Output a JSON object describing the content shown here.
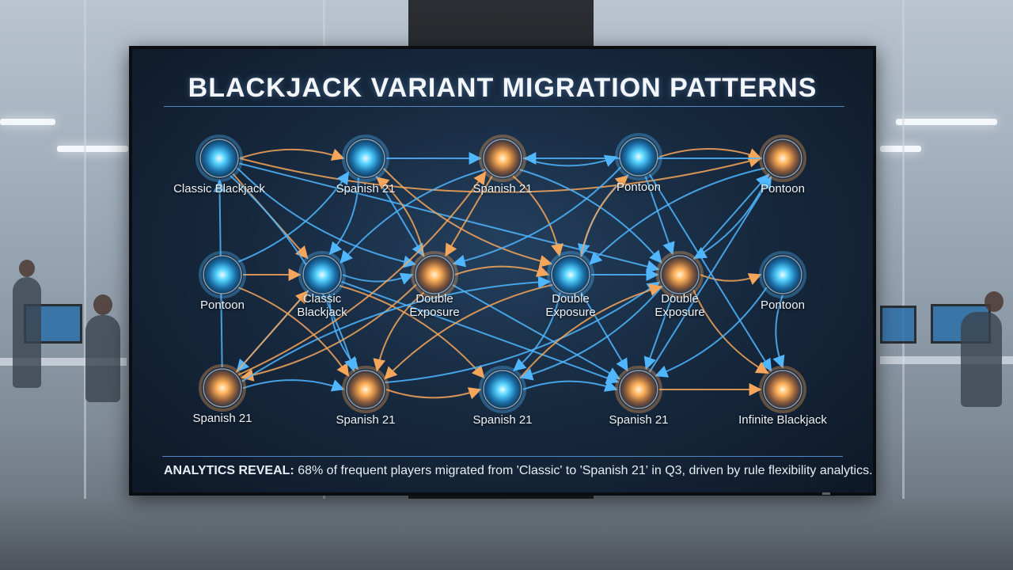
{
  "title": "BLACKJACK VARIANT MIGRATION PATTERNS",
  "footer": {
    "lead": "ANALYTICS REVEAL:",
    "text": " 68% of frequent players migrated from 'Classic' to 'Spanish 21' in Q3, driven by rule flexibility analytics."
  },
  "colors": {
    "blue": "#4fb6ff",
    "orange": "#f6a65a",
    "background": "#172a40",
    "accent_line": "#4f88c4"
  },
  "nodes": [
    {
      "id": "n1",
      "label": "Classic Blackjack",
      "color": "blue"
    },
    {
      "id": "n2",
      "label": "Spanish 21",
      "color": "blue"
    },
    {
      "id": "n3",
      "label": "Spanish 21",
      "color": "orange"
    },
    {
      "id": "n4",
      "label": "Pontoon",
      "color": "blue"
    },
    {
      "id": "n5",
      "label": "Pontoon",
      "color": "orange"
    },
    {
      "id": "n6",
      "label": "Pontoon",
      "color": "blue"
    },
    {
      "id": "n7",
      "label": "Classic\nBlackjack",
      "color": "blue"
    },
    {
      "id": "n8",
      "label": "Double\nExposure",
      "color": "orange"
    },
    {
      "id": "n9",
      "label": "Double\nExposure",
      "color": "blue"
    },
    {
      "id": "n10",
      "label": "Double\nExposure",
      "color": "orange"
    },
    {
      "id": "n11",
      "label": "Pontoon",
      "color": "blue"
    },
    {
      "id": "n12",
      "label": "Spanish 21",
      "color": "orange"
    },
    {
      "id": "n13",
      "label": "Spanish 21",
      "color": "orange"
    },
    {
      "id": "n14",
      "label": "Spanish 21",
      "color": "blue"
    },
    {
      "id": "n15",
      "label": "Spanish 21",
      "color": "orange"
    },
    {
      "id": "n16",
      "label": "Infinite Blackjack",
      "color": "orange"
    }
  ],
  "edges": [
    [
      "n1",
      "n2",
      "orange"
    ],
    [
      "n2",
      "n3",
      "blue"
    ],
    [
      "n3",
      "n4",
      "blue"
    ],
    [
      "n4",
      "n5",
      "orange"
    ],
    [
      "n6",
      "n7",
      "orange"
    ],
    [
      "n7",
      "n8",
      "blue"
    ],
    [
      "n8",
      "n9",
      "orange"
    ],
    [
      "n9",
      "n10",
      "blue"
    ],
    [
      "n10",
      "n11",
      "orange"
    ],
    [
      "n12",
      "n13",
      "blue"
    ],
    [
      "n15",
      "n16",
      "orange"
    ],
    [
      "n13",
      "n14",
      "orange"
    ],
    [
      "n14",
      "n15",
      "blue"
    ],
    [
      "n1",
      "n7",
      "orange"
    ],
    [
      "n1",
      "n8",
      "blue"
    ],
    [
      "n1",
      "n13",
      "blue"
    ],
    [
      "n1",
      "n10",
      "blue"
    ],
    [
      "n1",
      "n5",
      "orange"
    ],
    [
      "n2",
      "n7",
      "blue"
    ],
    [
      "n2",
      "n8",
      "blue"
    ],
    [
      "n2",
      "n9",
      "orange"
    ],
    [
      "n3",
      "n9",
      "orange"
    ],
    [
      "n3",
      "n8",
      "orange"
    ],
    [
      "n3",
      "n7",
      "blue"
    ],
    [
      "n3",
      "n10",
      "blue"
    ],
    [
      "n4",
      "n10",
      "blue"
    ],
    [
      "n4",
      "n9",
      "blue"
    ],
    [
      "n4",
      "n8",
      "blue"
    ],
    [
      "n4",
      "n16",
      "blue"
    ],
    [
      "n5",
      "n9",
      "blue"
    ],
    [
      "n5",
      "n10",
      "blue"
    ],
    [
      "n5",
      "n3",
      "blue"
    ],
    [
      "n6",
      "n2",
      "blue"
    ],
    [
      "n6",
      "n13",
      "orange"
    ],
    [
      "n7",
      "n12",
      "blue"
    ],
    [
      "n7",
      "n13",
      "blue"
    ],
    [
      "n7",
      "n14",
      "orange"
    ],
    [
      "n7",
      "n15",
      "blue"
    ],
    [
      "n8",
      "n13",
      "orange"
    ],
    [
      "n8",
      "n12",
      "orange"
    ],
    [
      "n8",
      "n15",
      "blue"
    ],
    [
      "n8",
      "n2",
      "orange"
    ],
    [
      "n9",
      "n14",
      "blue"
    ],
    [
      "n9",
      "n15",
      "blue"
    ],
    [
      "n9",
      "n13",
      "orange"
    ],
    [
      "n9",
      "n4",
      "orange"
    ],
    [
      "n10",
      "n15",
      "blue"
    ],
    [
      "n10",
      "n16",
      "orange"
    ],
    [
      "n10",
      "n14",
      "blue"
    ],
    [
      "n10",
      "n5",
      "blue"
    ],
    [
      "n11",
      "n16",
      "blue"
    ],
    [
      "n11",
      "n15",
      "blue"
    ],
    [
      "n12",
      "n7",
      "orange"
    ],
    [
      "n12",
      "n3",
      "orange"
    ],
    [
      "n12",
      "n9",
      "blue"
    ],
    [
      "n12",
      "n1",
      "blue"
    ],
    [
      "n13",
      "n10",
      "blue"
    ],
    [
      "n14",
      "n10",
      "orange"
    ],
    [
      "n15",
      "n5",
      "blue"
    ]
  ]
}
